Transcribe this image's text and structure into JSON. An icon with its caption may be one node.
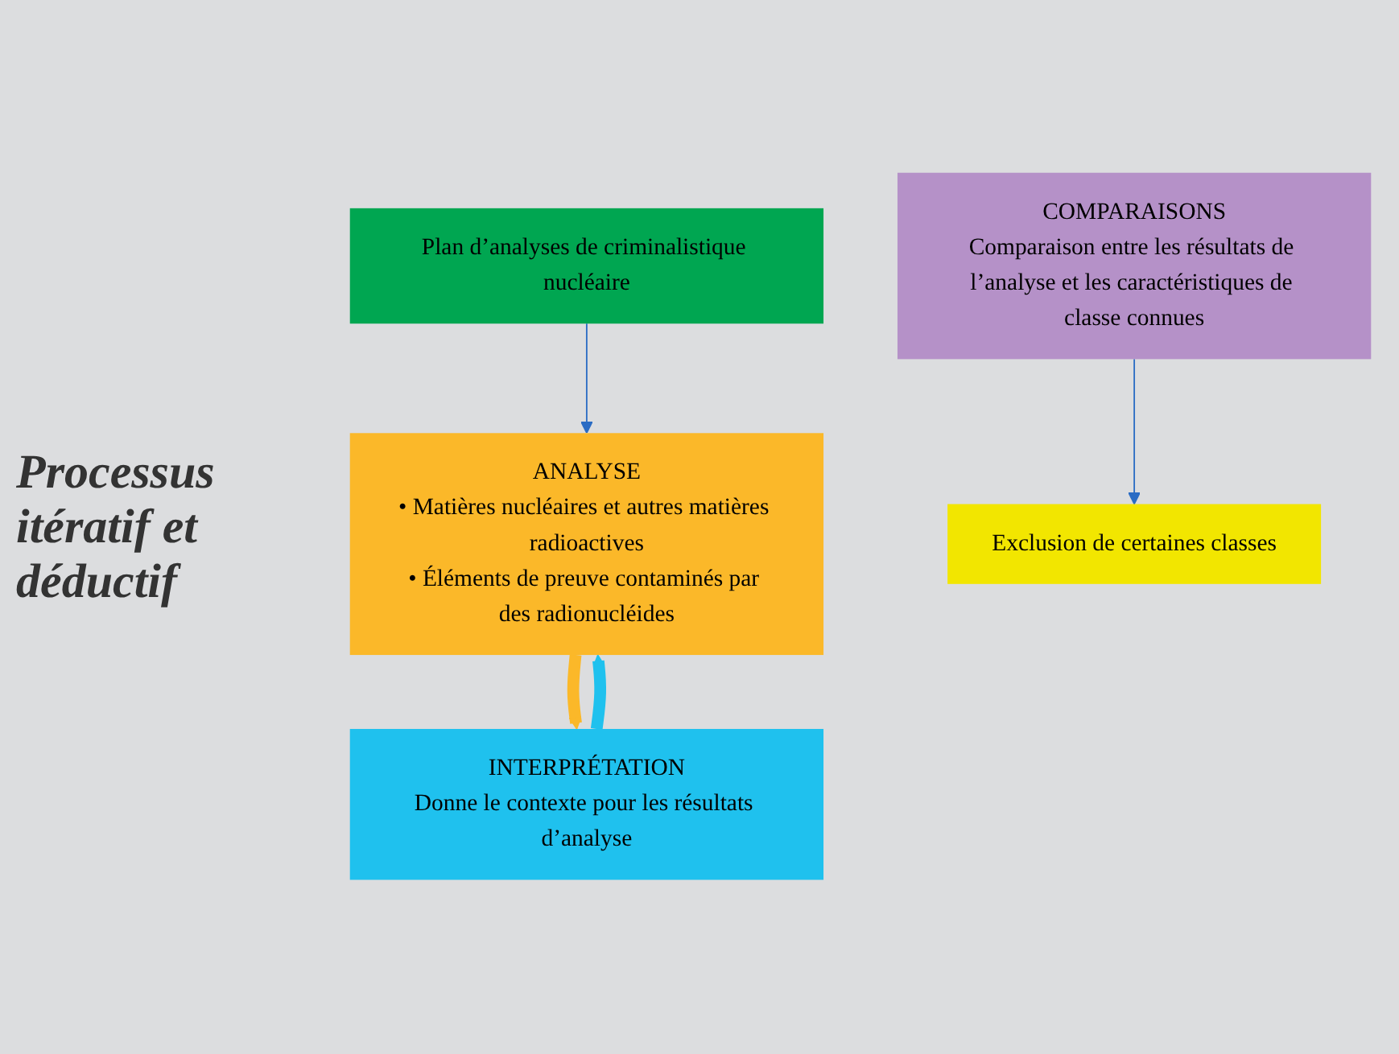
{
  "diagram": {
    "nodes": [
      {
        "text": [
          "Plan d’analyses de criminalistique nucléaire"
        ]
      },
      {
        "text": [
          "ANALYSE",
          "• Matières nucléaires et autres matières radioactives",
          "• Éléments de preuve contaminés par des radionucléides"
        ]
      },
      {
        "text": [
          "COMPARAISONS",
          "Comparaison entre les résultats de l’analyse et les caractéristiques de classe connues"
        ]
      },
      {
        "text": [
          "Exclusion de certaines classes"
        ]
      },
      {
        "text": [
          "INTERPRÉTATION",
          "Donne le contexte pour les résultats d’analyse"
        ]
      }
    ],
    "edges": [
      {
        "from": 0,
        "to": 1,
        "arrow": "to",
        "color": "#2b6cc4"
      },
      {
        "from": 1,
        "to": 4,
        "arrow": "to",
        "style": "thick",
        "color": "#fbb829"
      },
      {
        "from": 4,
        "to": 1,
        "arrow": "to",
        "style": "thick",
        "color": "#1fc1ee"
      },
      {
        "from": 2,
        "to": 3,
        "arrow": "to",
        "color": "#2b6cc4"
      }
    ],
    "labels": [
      "Processus itératif et déductif"
    ]
  }
}
